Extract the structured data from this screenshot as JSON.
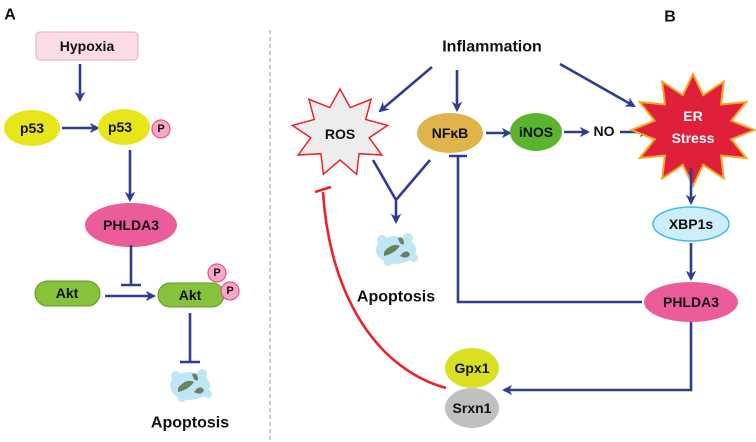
{
  "panel_a": {
    "label": "A",
    "nodes": {
      "hypoxia": "Hypoxia",
      "p53": "p53",
      "p53_phospho": "p53",
      "phospho": "P",
      "phlda3": "PHLDA3",
      "akt": "Akt",
      "akt_phospho": "Akt",
      "apoptosis": "Apoptosis"
    }
  },
  "panel_b": {
    "label": "B",
    "nodes": {
      "inflammation": "Inflammation",
      "ros": "ROS",
      "nfkb": "NFκB",
      "inos": "iNOS",
      "no": "NO",
      "er_stress_1": "ER",
      "er_stress_2": "Stress",
      "xbp1s": "XBP1s",
      "phlda3": "PHLDA3",
      "apoptosis": "Apoptosis",
      "gpx1": "Gpx1",
      "srxn1": "Srxn1"
    }
  },
  "colors": {
    "activation": "#2e3c96",
    "inhibition_red": "#e8242a",
    "p53": "#e6e61a",
    "phlda3": "#ec5c9a",
    "akt": "#86c23a",
    "nfkb": "#e0b44a",
    "inos": "#5ab52e",
    "er_stress": "#e0203a",
    "xbp1s": "#cdeefa",
    "gpx1": "#d9e021",
    "srxn1": "#c0c0c0"
  }
}
